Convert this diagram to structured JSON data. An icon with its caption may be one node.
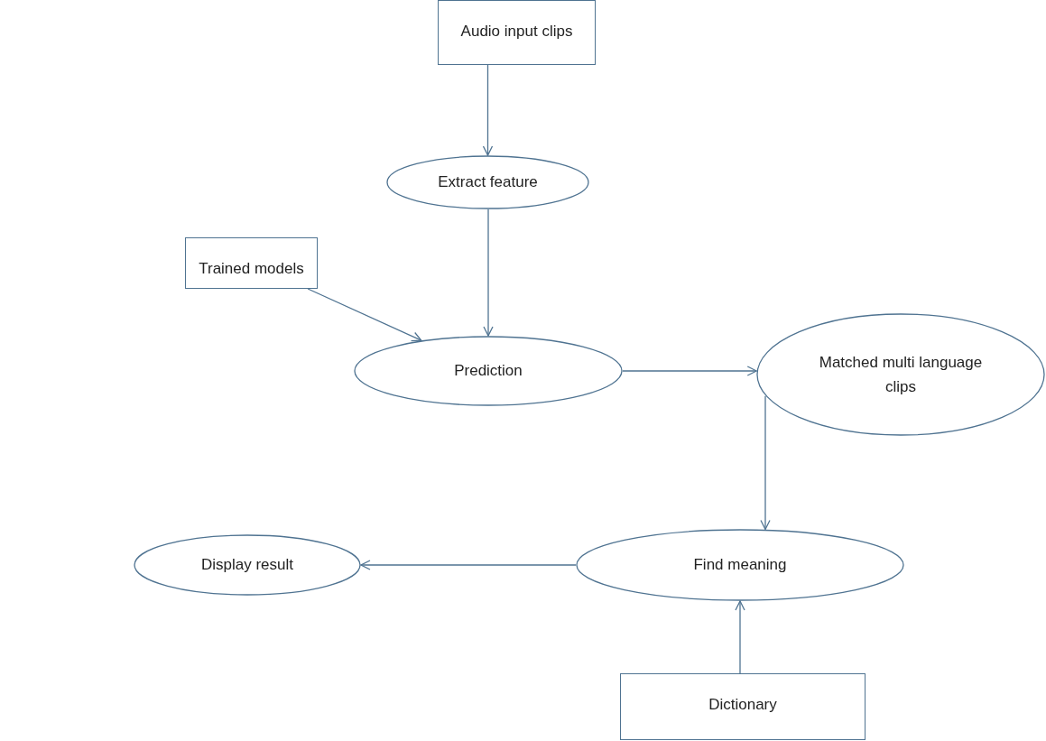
{
  "diagram": {
    "nodes": [
      {
        "text": [
          "Audio input clips"
        ]
      },
      {
        "text": [
          "Extract feature"
        ]
      },
      {
        "text": [
          "Trained models"
        ]
      },
      {
        "text": [
          "Prediction"
        ]
      },
      {
        "text": [
          "Matched multi language clips"
        ]
      },
      {
        "text": [
          "Find meaning"
        ]
      },
      {
        "text": [
          "Display result"
        ]
      },
      {
        "text": [
          "Dictionary"
        ]
      }
    ],
    "edges": [
      {
        "from": 0,
        "to": 1,
        "arrow": "to"
      },
      {
        "from": 1,
        "to": 3,
        "arrow": "to"
      },
      {
        "from": 2,
        "to": 3,
        "arrow": "to"
      },
      {
        "from": 3,
        "to": 4,
        "arrow": "to"
      },
      {
        "from": 4,
        "to": 5,
        "arrow": "to"
      },
      {
        "from": 5,
        "to": 6,
        "arrow": "to"
      },
      {
        "from": 7,
        "to": 5,
        "arrow": "to"
      }
    ]
  }
}
